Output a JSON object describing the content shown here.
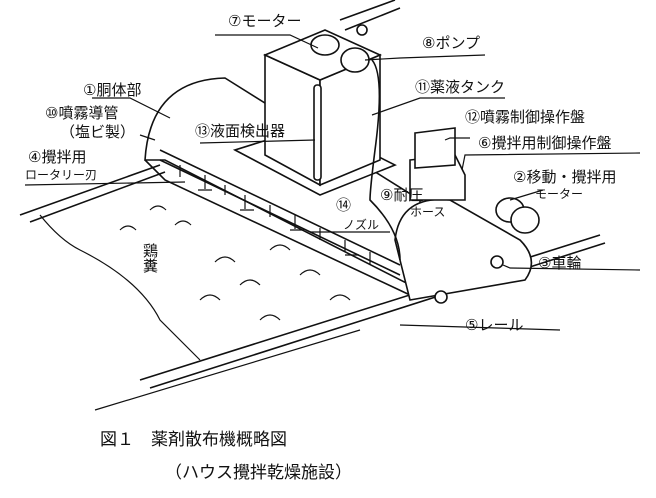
{
  "labels": {
    "motor": "⑦モーター",
    "pump": "⑧ポンプ",
    "tank": "⑪薬液タンク",
    "body": "①胴体部",
    "spray_pipe": "⑩噴霧導管",
    "spray_pipe_material": "（塩ビ製）",
    "level_sensor": "⑬液面検出器",
    "spray_panel": "⑫噴霧制御操作盤",
    "stir_panel": "⑥攪拌用制御操作盤",
    "stir": "④攪拌用",
    "rotary_blade": "ロータリー刃",
    "move_motor_1": "②移動・攪拌用",
    "move_motor_2": "モーター",
    "hose_1": "⑨耐圧",
    "hose_2": "ホース",
    "nozzle_num": "⑭",
    "nozzle": "ノズル",
    "wheel": "③車輪",
    "rail": "⑤レール",
    "manure": "鶏糞"
  },
  "caption": {
    "title": "図１　薬剤散布機概略図",
    "subtitle": "（ハウス攪拌乾燥施設）"
  }
}
